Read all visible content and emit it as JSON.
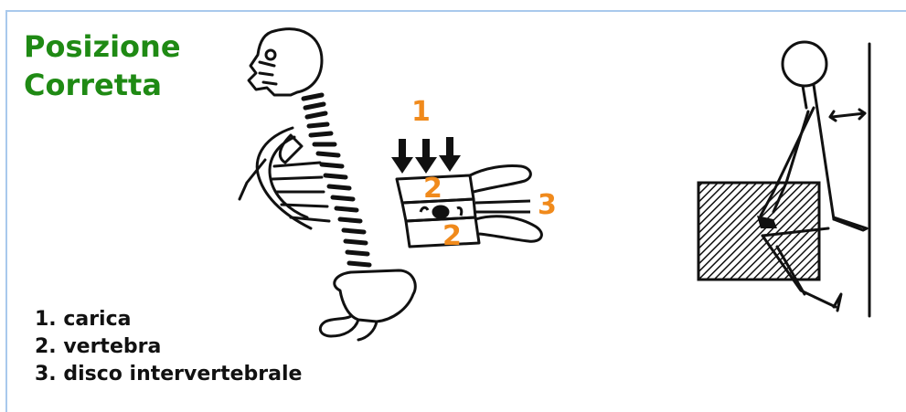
{
  "title": {
    "line1": "Posizione",
    "line2": "Corretta"
  },
  "callouts": {
    "load": "1",
    "vertebra_top": "2",
    "disc": "3",
    "vertebra_bottom": "2"
  },
  "legend": [
    "1. carica",
    "2. vertebra",
    "3. disco intervertebrale"
  ],
  "colors": {
    "title": "#1f8a14",
    "callout": "#f08a1c",
    "frame": "#a9c9ec",
    "ink": "#111111"
  }
}
